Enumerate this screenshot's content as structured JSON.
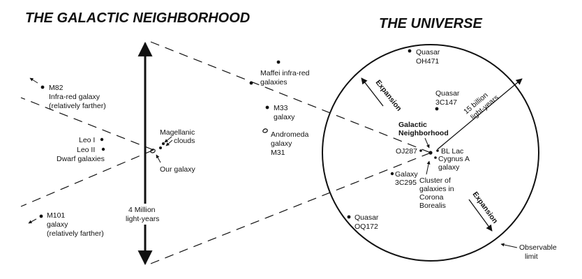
{
  "titles": {
    "left": "THE GALACTIC NEIGHBORHOOD",
    "right": "THE UNIVERSE"
  },
  "neighborhood": {
    "m82": [
      "M82",
      "Infra-red galaxy",
      "(relatively farther)"
    ],
    "leo1": "Leo I",
    "leo2": [
      "Leo II",
      "Dwarf galaxies"
    ],
    "magellanic": [
      "Magellanic",
      "clouds"
    ],
    "our_galaxy": "Our galaxy",
    "m101": [
      "M101",
      "galaxy",
      "(relatively farther)"
    ],
    "scale": [
      "4 Million",
      "light-years"
    ],
    "maffei": [
      "Maffei infra-red",
      "galaxies"
    ],
    "m33": [
      "M33",
      "galaxy"
    ],
    "andromeda": [
      "Andromeda",
      "galaxy",
      "M31"
    ]
  },
  "universe": {
    "oh471": [
      "Quasar",
      "OH471"
    ],
    "c147": [
      "Quasar",
      "3C147"
    ],
    "expansion": "Expansion",
    "radius": [
      "15 billion",
      "light-years"
    ],
    "galactic_neighborhood": [
      "Galactic",
      "Neighborhood"
    ],
    "oj287": "OJ287",
    "bl_lac": "BL Lac",
    "cygnus": [
      "Cygnus A",
      "galaxy"
    ],
    "c295": [
      "Galaxy",
      "3C295"
    ],
    "corona": [
      "Cluster of",
      "galaxies in",
      "Corona",
      "Borealis"
    ],
    "oq172": [
      "Quasar",
      "OQ172"
    ],
    "observable": [
      "Observable",
      "limit"
    ]
  }
}
